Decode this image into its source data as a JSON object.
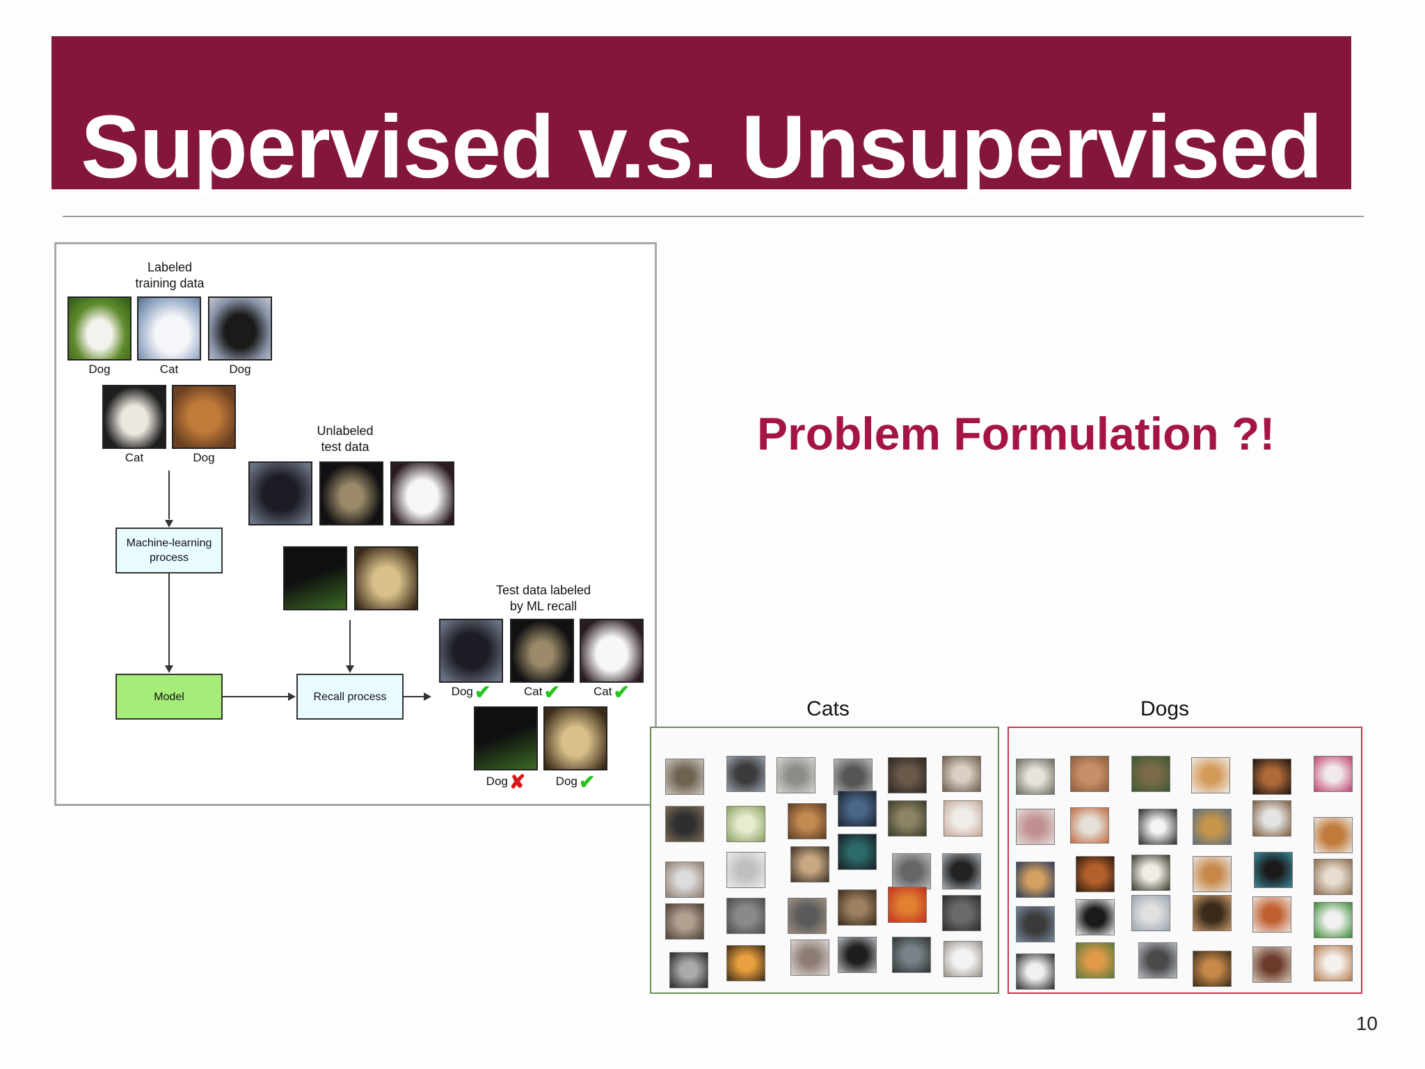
{
  "slide": {
    "title": "Supervised v.s. Unsupervised",
    "subtitle": "Problem Formulation ?!",
    "page_number": "10",
    "colors": {
      "banner": "#84163d",
      "subtitle": "#a41545",
      "check": "#25c41d",
      "cross": "#d81818",
      "blue_box": "#e8fbff",
      "green_box": "#a6ec78"
    }
  },
  "diagram": {
    "labeled_heading": "Labeled\ntraining data",
    "unlabeled_heading": "Unlabeled\ntest data",
    "result_heading": "Test data labeled\nby ML recall",
    "training_labels": [
      "Dog",
      "Cat",
      "Dog",
      "Cat",
      "Dog"
    ],
    "ml_box": "Machine-learning\nprocess",
    "model_box": "Model",
    "recall_box": "Recall process",
    "results": [
      {
        "label": "Dog",
        "mark": "✔"
      },
      {
        "label": "Cat",
        "mark": "✔"
      },
      {
        "label": "Cat",
        "mark": "✔"
      },
      {
        "label": "Dog",
        "mark": "✘"
      },
      {
        "label": "Dog",
        "mark": "✔"
      }
    ]
  },
  "clusters": {
    "cats_title": "Cats",
    "dogs_title": "Dogs"
  }
}
